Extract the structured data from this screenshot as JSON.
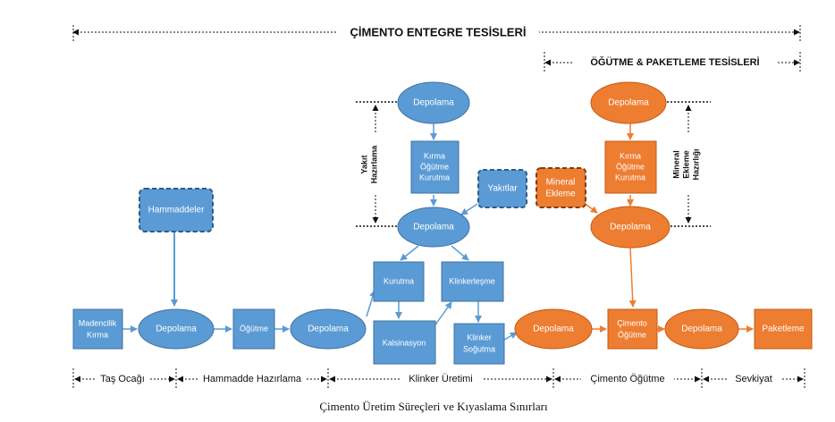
{
  "header": {
    "main_title": "ÇİMENTO ENTEGRE TESİSLERİ",
    "sub_title": "ÖĞÜTME & PAKETLEME TESİSLERİ"
  },
  "side_labels": {
    "yakit_1": "Yakıt",
    "yakit_2": "Hazırlama",
    "mineral_1": "Mineral",
    "mineral_2": "Ekleme",
    "mineral_3": "Hazırlığı"
  },
  "nodes": {
    "madencilik_1": "Madencilik",
    "madencilik_2": "Kırma",
    "hammaddeler": "Hammaddeler",
    "depolama_1": "Depolama",
    "ogutme": "Öğütme",
    "depolama_2": "Depolama",
    "depolama_top": "Depolama",
    "kirma_1": "Kırma",
    "kirma_2": "Öğütme",
    "kirma_3": "Kurutma",
    "yakitlar": "Yakıtlar",
    "depolama_mid": "Depolama",
    "kurutma": "Kurutma",
    "klinkerlesme": "Klinkerleşme",
    "kalsinasyon": "Kalsinasyon",
    "klinker_1": "Klinker",
    "klinker_2": "Soğutma",
    "mineral_ekleme_1": "Mineral",
    "mineral_ekleme_2": "Ekleme",
    "depolama_or_top": "Depolama",
    "or_kirma_1": "Kırma",
    "or_kirma_2": "Öğütme",
    "or_kirma_3": "Kurutma",
    "depolama_or_mid": "Depolama",
    "depolama_or_1": "Depolama",
    "cimento_ogutme_1": "Çimento",
    "cimento_ogutme_2": "Öğütme",
    "depolama_or_2": "Depolama",
    "paketleme": "Paketleme"
  },
  "stages": {
    "tas_ocagi": "Taş Ocağı",
    "hammadde_hazirlama": "Hammadde Hazırlama",
    "klinker_uretimi": "Klinker Üretimi",
    "cimento_ogutme": "Çimento Öğütme",
    "sevkiyat": "Sevkiyat"
  },
  "caption": "Çimento Üretim Süreçleri ve Kıyaslama Sınırları",
  "colors": {
    "blue_fill": "#5b9bd5",
    "blue_stroke": "#41719c",
    "orange_fill": "#ed7d31",
    "orange_stroke": "#c55a11"
  }
}
